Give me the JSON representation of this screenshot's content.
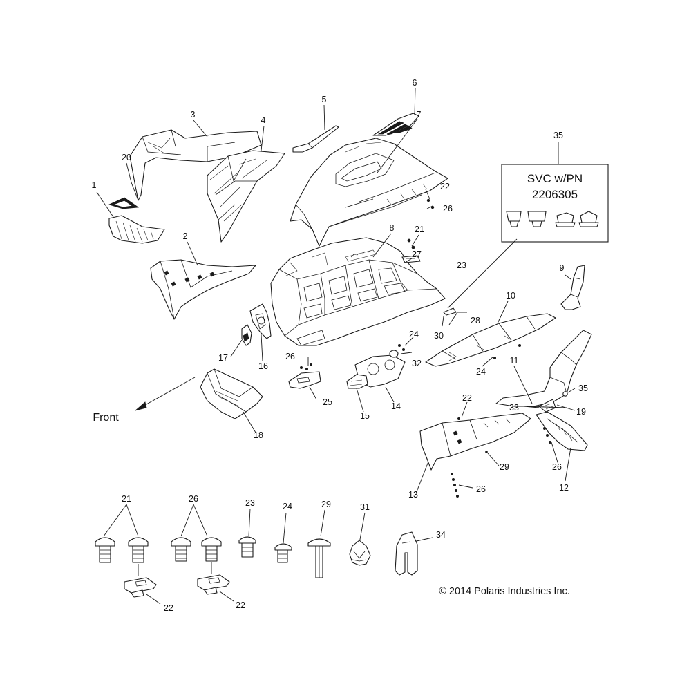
{
  "diagram": {
    "front_label": "Front",
    "copyright": "© 2014 Polaris Industries Inc.",
    "svc_box": {
      "callout": "35",
      "line1": "SVC w/PN",
      "line2": "2206305",
      "fastener_icons": [
        "push-rivet-icon",
        "push-rivet-icon",
        "push-rivet-icon",
        "push-rivet-icon"
      ]
    },
    "callouts": [
      "1",
      "2",
      "3",
      "4",
      "5",
      "6",
      "7",
      "8",
      "9",
      "10",
      "11",
      "12",
      "13",
      "14",
      "15",
      "16",
      "17",
      "18",
      "19",
      "20",
      "21",
      "22",
      "23",
      "24",
      "25",
      "26",
      "27",
      "28",
      "29",
      "30",
      "31",
      "32",
      "33",
      "34",
      "35"
    ],
    "hardware_callouts": {
      "screw_21": "21",
      "nut_22_left": "22",
      "screw_26": "26",
      "nut_22_right": "22",
      "screw_23": "23",
      "screw_24": "24",
      "rivet_29": "29",
      "clip_31": "31",
      "edge_trim_34": "34"
    }
  }
}
